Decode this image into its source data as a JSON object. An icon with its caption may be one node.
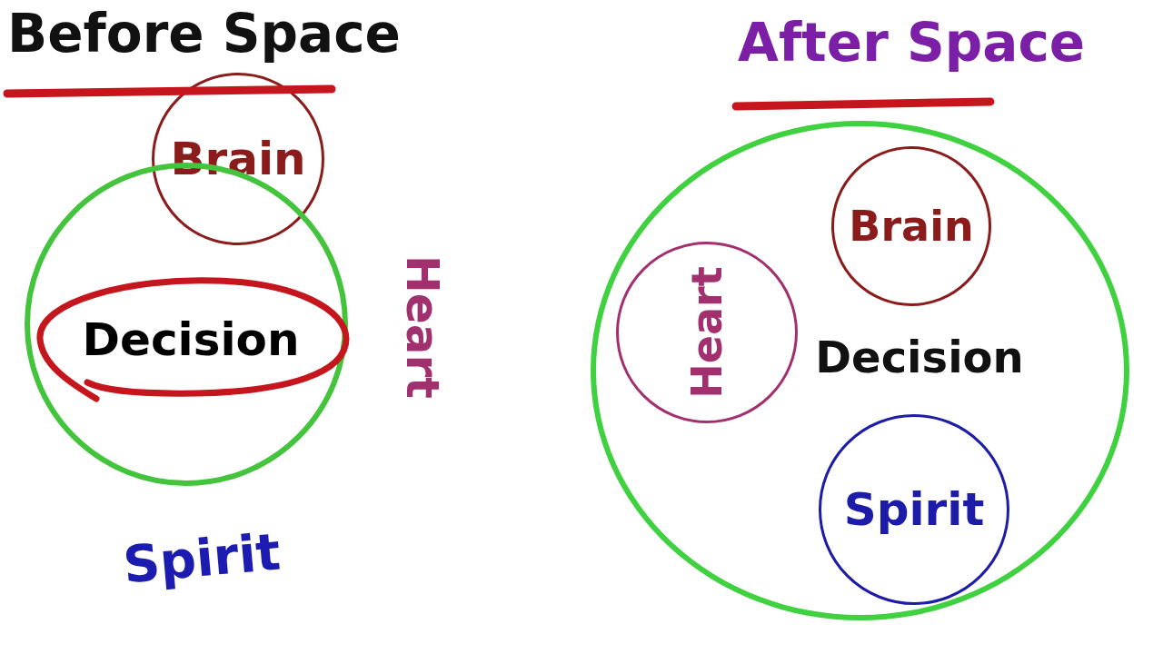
{
  "diagram": {
    "nodes": [
      {
        "text": [
          "Brain"
        ]
      },
      {
        "text": [],
        "shape": "circle"
      },
      {
        "text": [
          "Decision"
        ],
        "in": 1
      },
      {
        "text": [],
        "shape": "circle"
      },
      {
        "text": [
          "Brain"
        ],
        "in": 3
      },
      {
        "text": [
          "Heart"
        ],
        "in": 3
      },
      {
        "text": [
          "Spirit"
        ],
        "in": 3
      }
    ],
    "edges": [],
    "labels": [
      "Before Space",
      "After Space",
      "Heart",
      "Decision",
      "Spirit"
    ]
  }
}
